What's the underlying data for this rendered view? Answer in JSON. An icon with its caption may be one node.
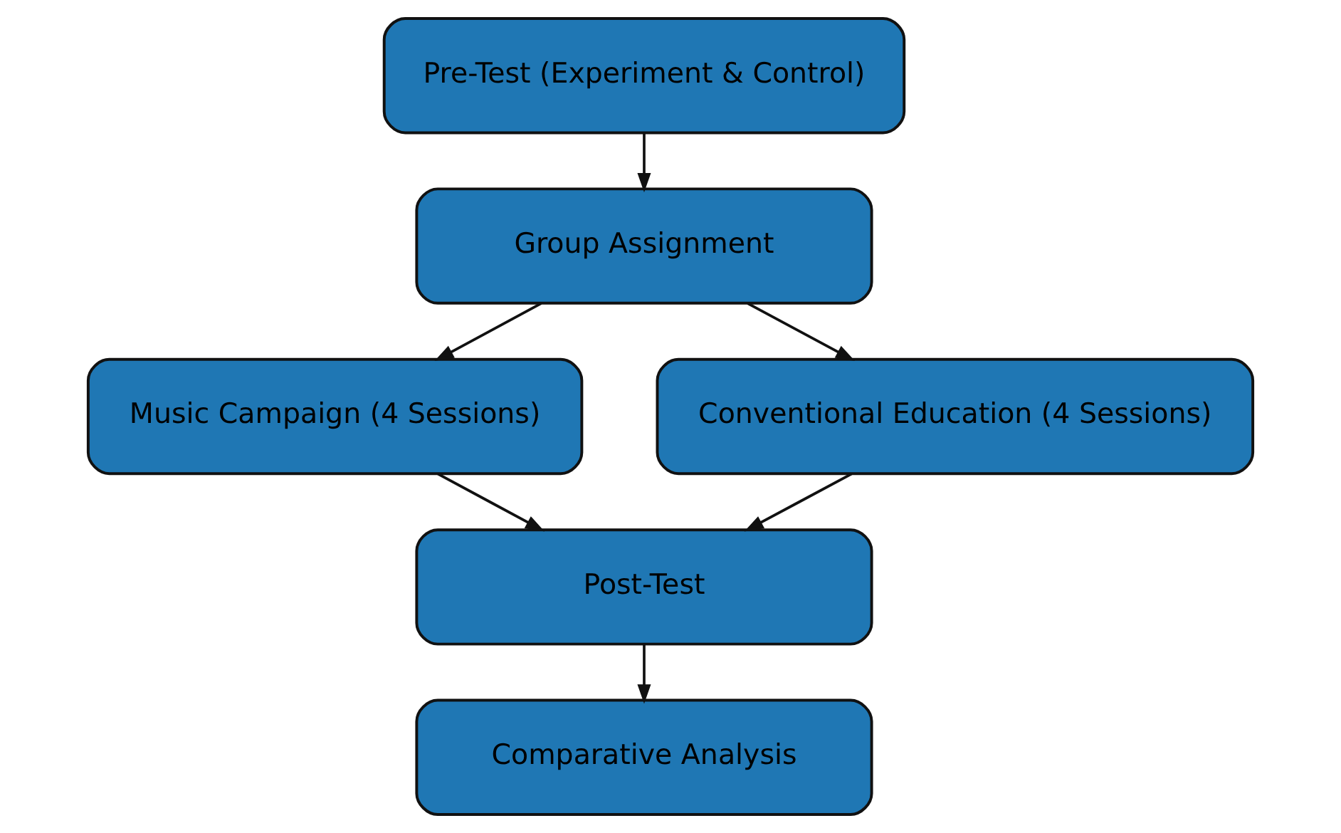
{
  "diagram": {
    "nodes": [
      {
        "text": [
          "Pre-Test (Experiment & Control)"
        ]
      },
      {
        "text": [
          "Group Assignment"
        ]
      },
      {
        "text": [
          "Music Campaign (4 Sessions)"
        ]
      },
      {
        "text": [
          "Conventional Education (4 Sessions)"
        ]
      },
      {
        "text": [
          "Post-Test"
        ]
      },
      {
        "text": [
          "Comparative Analysis"
        ]
      }
    ],
    "edges": [
      {
        "from": 0,
        "to": 1,
        "arrow": "to"
      },
      {
        "from": 1,
        "to": 2,
        "arrow": "to"
      },
      {
        "from": 1,
        "to": 3,
        "arrow": "to"
      },
      {
        "from": 2,
        "to": 4,
        "arrow": "to"
      },
      {
        "from": 3,
        "to": 4,
        "arrow": "to"
      },
      {
        "from": 4,
        "to": 5,
        "arrow": "to"
      }
    ]
  }
}
